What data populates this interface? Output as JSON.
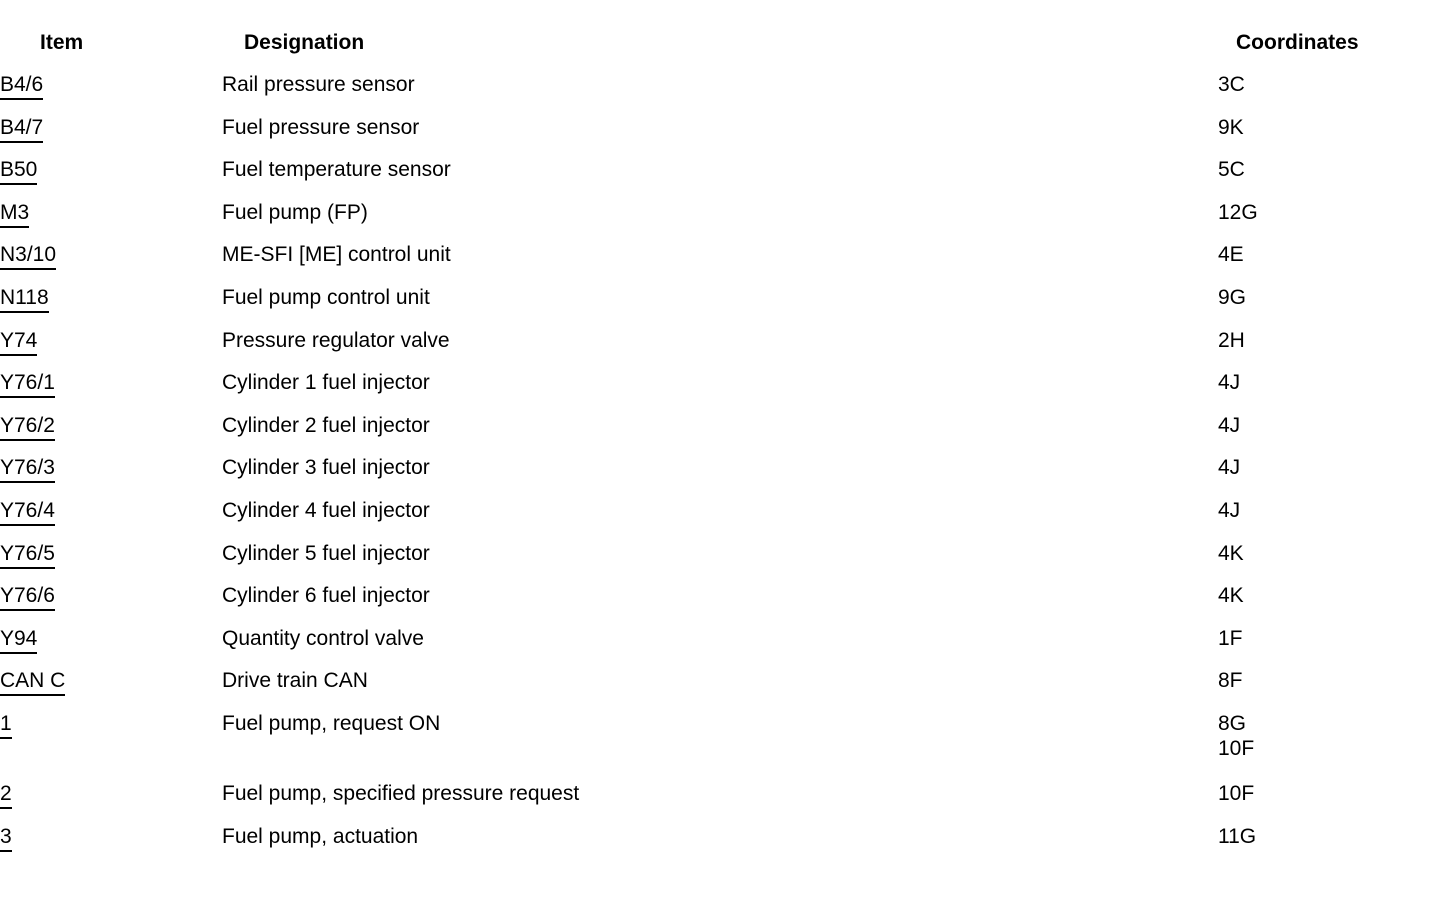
{
  "document": {
    "type": "component-legend-table",
    "background_color": "#ffffff",
    "text_color": "#000000"
  },
  "table": {
    "headers": {
      "item": "Item",
      "designation": "Designation",
      "coordinates": "Coordinates"
    },
    "rows": [
      {
        "item": "B4/6",
        "designation": "Rail pressure sensor",
        "coordinates": "3C",
        "coordinates_second": ""
      },
      {
        "item": "B4/7",
        "designation": "Fuel pressure sensor",
        "coordinates": "9K",
        "coordinates_second": ""
      },
      {
        "item": "B50",
        "designation": "Fuel temperature sensor",
        "coordinates": "5C",
        "coordinates_second": ""
      },
      {
        "item": "M3",
        "designation": "Fuel pump (FP)",
        "coordinates": "12G",
        "coordinates_second": ""
      },
      {
        "item": "N3/10",
        "designation": "ME-SFI [ME] control unit",
        "coordinates": "4E",
        "coordinates_second": ""
      },
      {
        "item": "N118",
        "designation": "Fuel pump control unit",
        "coordinates": "9G",
        "coordinates_second": ""
      },
      {
        "item": "Y74",
        "designation": "Pressure regulator valve",
        "coordinates": "2H",
        "coordinates_second": ""
      },
      {
        "item": "Y76/1",
        "designation": "Cylinder 1 fuel injector",
        "coordinates": "4J",
        "coordinates_second": ""
      },
      {
        "item": "Y76/2",
        "designation": "Cylinder 2 fuel injector",
        "coordinates": "4J",
        "coordinates_second": ""
      },
      {
        "item": "Y76/3",
        "designation": "Cylinder 3 fuel injector",
        "coordinates": "4J",
        "coordinates_second": ""
      },
      {
        "item": "Y76/4",
        "designation": "Cylinder 4 fuel injector",
        "coordinates": "4J",
        "coordinates_second": ""
      },
      {
        "item": "Y76/5",
        "designation": "Cylinder 5 fuel injector",
        "coordinates": "4K",
        "coordinates_second": ""
      },
      {
        "item": "Y76/6",
        "designation": "Cylinder 6 fuel injector",
        "coordinates": "4K",
        "coordinates_second": ""
      },
      {
        "item": "Y94",
        "designation": "Quantity control valve",
        "coordinates": "1F",
        "coordinates_second": ""
      },
      {
        "item": "CAN C",
        "designation": "Drive train CAN",
        "coordinates": "8F",
        "coordinates_second": ""
      },
      {
        "item": "1",
        "designation": "Fuel pump, request ON",
        "coordinates": "8G",
        "coordinates_second": "10F"
      },
      {
        "item": "2",
        "designation": "Fuel pump, specified pressure request",
        "coordinates": "10F",
        "coordinates_second": ""
      },
      {
        "item": "3",
        "designation": "Fuel pump, actuation",
        "coordinates": "11G",
        "coordinates_second": ""
      }
    ]
  }
}
